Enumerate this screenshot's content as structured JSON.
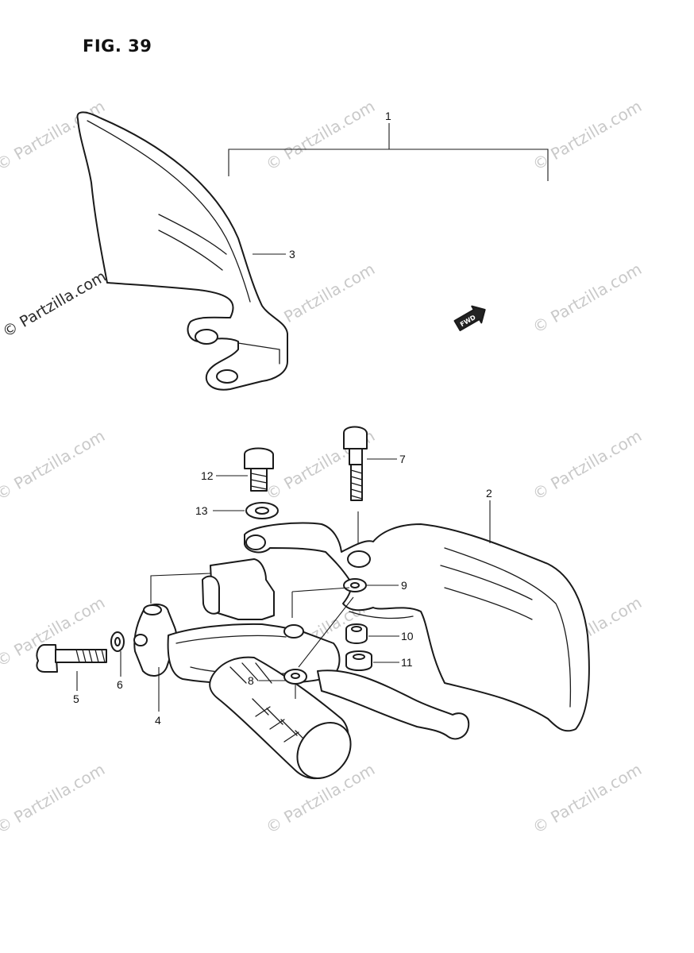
{
  "figure": {
    "title": "FIG. 39"
  },
  "direction_marker": "FWD",
  "watermark": "© Partzilla.com",
  "callouts": {
    "c1": "1",
    "c2": "2",
    "c3": "3",
    "c4": "4",
    "c5": "5",
    "c6": "6",
    "c7": "7",
    "c8": "8",
    "c9": "9",
    "c10": "10",
    "c11": "11",
    "c12": "12",
    "c13": "13"
  },
  "colors": {
    "line": "#1a1a1a",
    "watermark": "#c9c9c9",
    "background": "#ffffff"
  }
}
